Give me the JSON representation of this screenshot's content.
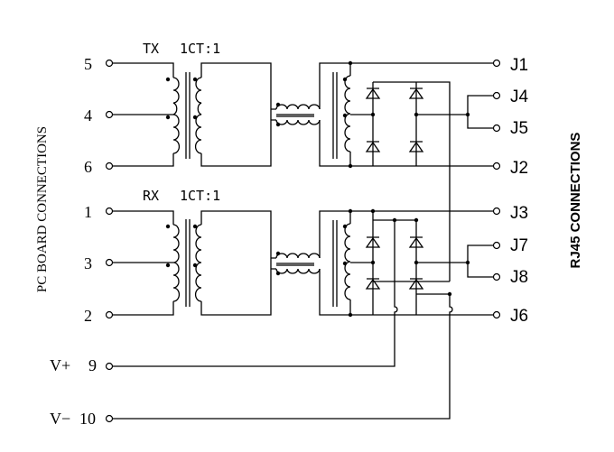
{
  "labels": {
    "pc_side": "PC BOARD CONNECTIONS",
    "rj45_side": "RJ45 CONNECTIONS",
    "tx": "TX",
    "tx_ratio": "1CT:1",
    "rx": "RX",
    "rx_ratio": "1CT:1",
    "vplus": "V+",
    "vminus": "V−"
  },
  "pins_left": [
    "5",
    "4",
    "6",
    "1",
    "3",
    "2",
    "9",
    "10"
  ],
  "pins_right": [
    "J1",
    "J4",
    "J5",
    "J2",
    "J3",
    "J7",
    "J8",
    "J6"
  ]
}
